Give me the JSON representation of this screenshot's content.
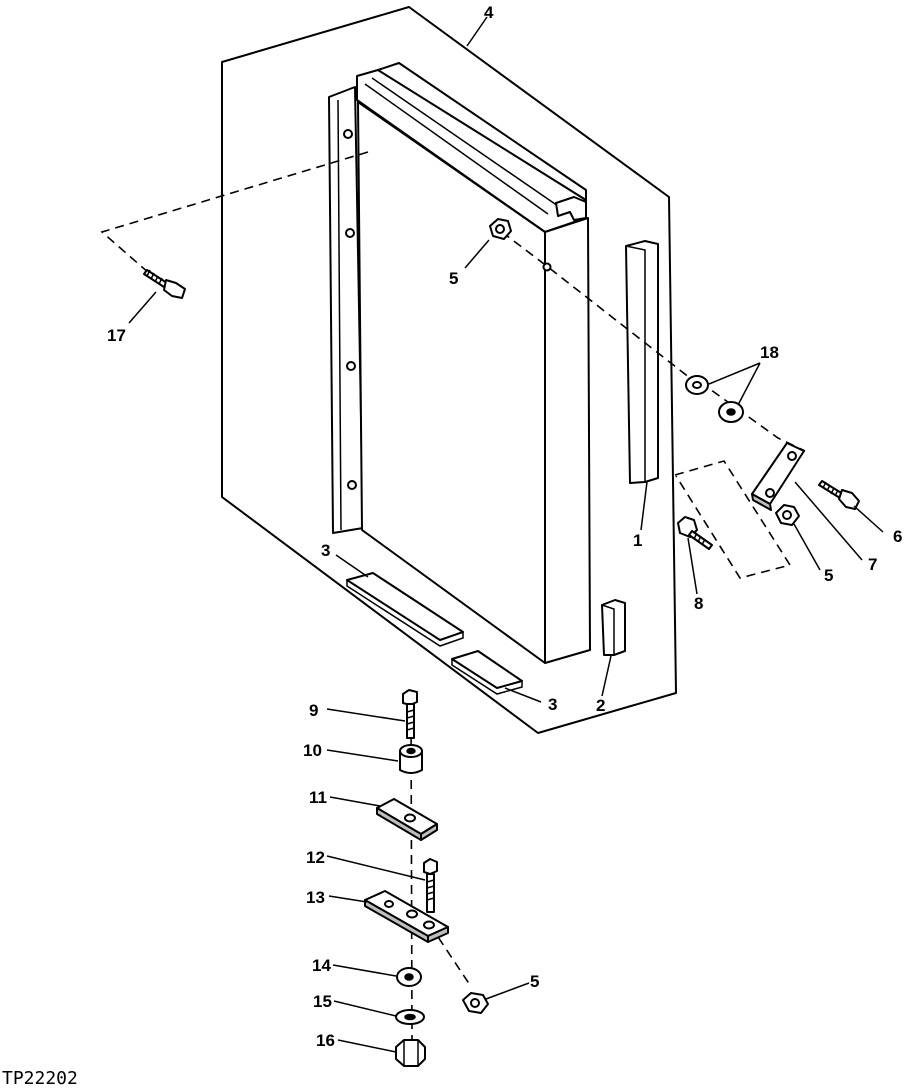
{
  "figure_id": "TP22202",
  "callouts": {
    "c1": "1",
    "c2": "2",
    "c3a": "3",
    "c3b": "3",
    "c4": "4",
    "c5a": "5",
    "c5b": "5",
    "c5c": "5",
    "c6": "6",
    "c7": "7",
    "c8": "8",
    "c9": "9",
    "c10": "10",
    "c11": "11",
    "c12": "12",
    "c13": "13",
    "c14": "14",
    "c15": "15",
    "c16": "16",
    "c17": "17",
    "c18": "18"
  }
}
